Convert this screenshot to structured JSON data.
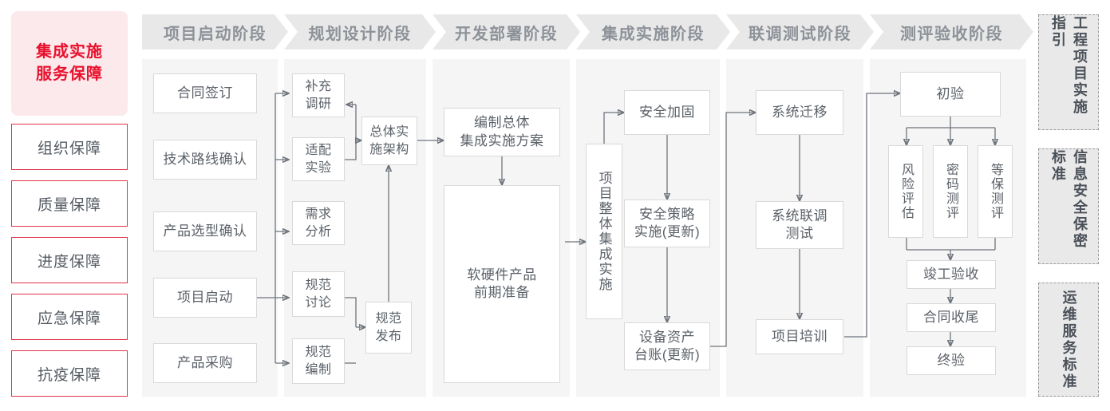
{
  "sidebar": {
    "lead": {
      "line1": "集成实施",
      "line2": "服务保障"
    },
    "items": [
      {
        "label": "组织保障"
      },
      {
        "label": "质量保障"
      },
      {
        "label": "进度保障"
      },
      {
        "label": "应急保障"
      },
      {
        "label": "抗疫保障"
      }
    ]
  },
  "phases": [
    {
      "title": "项目启动阶段"
    },
    {
      "title": "规划设计阶段"
    },
    {
      "title": "开发部署阶段"
    },
    {
      "title": "集成实施阶段"
    },
    {
      "title": "联调测试阶段"
    },
    {
      "title": "测评验收阶段"
    }
  ],
  "nodes": {
    "p1": [
      {
        "label": "合同签订"
      },
      {
        "label": "技术路线确认"
      },
      {
        "label": "产品选型确认"
      },
      {
        "label": "项目启动"
      },
      {
        "label": "产品采购"
      }
    ],
    "p2_left": [
      {
        "label": "补充\n调研"
      },
      {
        "label": "适配\n实验"
      },
      {
        "label": "需求\n分析"
      },
      {
        "label": "规范\n讨论"
      },
      {
        "label": "规范\n编制"
      }
    ],
    "p2_right": [
      {
        "label": "总体实\n施架构"
      },
      {
        "label": "规范\n发布"
      }
    ],
    "p3": [
      {
        "label": "编制总体\n集成实施方案"
      },
      {
        "label": "软硬件产品\n前期准备"
      }
    ],
    "p4_spine": {
      "label": "项目整体集成实施"
    },
    "p4": [
      {
        "label": "安全加固"
      },
      {
        "label": "安全策略\n实施(更新)"
      },
      {
        "label": "设备资产\n台账(更新)"
      }
    ],
    "p5": [
      {
        "label": "系统迁移"
      },
      {
        "label": "系统联调\n测试"
      },
      {
        "label": "项目培训"
      }
    ],
    "p6_top": {
      "label": "初验"
    },
    "p6_tests": [
      {
        "label": "风险评估"
      },
      {
        "label": "密码测评"
      },
      {
        "label": "等保测评"
      }
    ],
    "p6_tail": [
      {
        "label": "竣工验收"
      },
      {
        "label": "合同收尾"
      },
      {
        "label": "终验"
      }
    ]
  },
  "standards": [
    {
      "label": "工程项目实施指引"
    },
    {
      "label": "信息安全保密标准"
    },
    {
      "label": "运维服务标准"
    }
  ],
  "colors": {
    "accent_red": "#e8112d",
    "lead_bg": "#fce9ec",
    "guarantee_border": "#e0334a",
    "column_bg": "#f5f5f5",
    "header_bg": "#e8e8e8",
    "header_text": "#8d9299",
    "node_text": "#5b6168",
    "node_border": "#d9d9d9",
    "connector": "#6e747c",
    "standard_bg": "#e9e9e9"
  }
}
